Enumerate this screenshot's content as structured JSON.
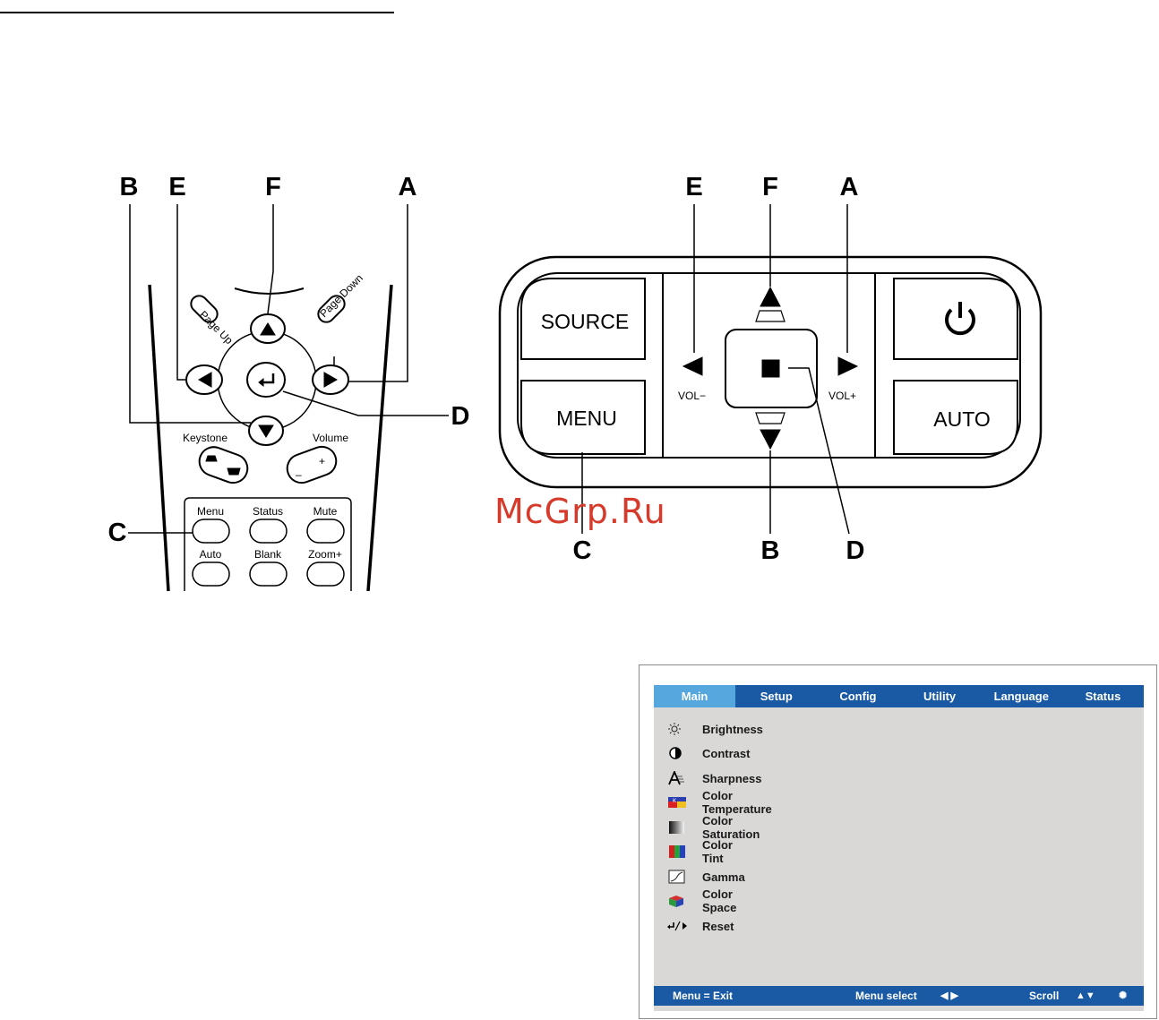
{
  "top_rule": true,
  "remote": {
    "callouts": [
      "B",
      "E",
      "F",
      "A",
      "D",
      "C"
    ],
    "page_up": "Page Up",
    "page_down": "Page Down",
    "keystone_label": "Keystone",
    "volume_label": "Volume",
    "volume_minus": "–",
    "volume_plus": "+",
    "buttons_row1": [
      "Menu",
      "Status",
      "Mute"
    ],
    "buttons_row2": [
      "Auto",
      "Blank",
      "Zoom+"
    ]
  },
  "keypad": {
    "callouts_top": [
      "E",
      "F",
      "A"
    ],
    "callouts_bottom": [
      "C",
      "B",
      "D"
    ],
    "source": "SOURCE",
    "menu": "MENU",
    "auto": "AUTO",
    "vol_minus": "VOL−",
    "vol_plus": "VOL+"
  },
  "watermark": "McGrp.Ru",
  "osd": {
    "tabs": [
      "Main",
      "Setup",
      "Config",
      "Utility",
      "Language",
      "Status"
    ],
    "active_tab": "Main",
    "items": [
      {
        "label": "Brightness",
        "icon": "sun-icon"
      },
      {
        "label": "Contrast",
        "icon": "contrast-icon"
      },
      {
        "label": "Sharpness",
        "icon": "sharpness-icon"
      },
      {
        "label": "Color Temperature",
        "icon": "color-temperature-icon"
      },
      {
        "label": "Color Saturation",
        "icon": "color-saturation-icon"
      },
      {
        "label": "Color Tint",
        "icon": "color-tint-icon"
      },
      {
        "label": "Gamma",
        "icon": "gamma-icon"
      },
      {
        "label": "Color Space",
        "icon": "color-space-icon"
      },
      {
        "label": "Reset",
        "icon": "enter-right-icon"
      }
    ],
    "footer": {
      "exit": "Menu = Exit",
      "select": "Menu select",
      "scroll": "Scroll"
    },
    "colors": {
      "tab_bar": "#1a5aa5",
      "active_tab": "#56a7dd",
      "panel": "#d9d8d6"
    }
  }
}
